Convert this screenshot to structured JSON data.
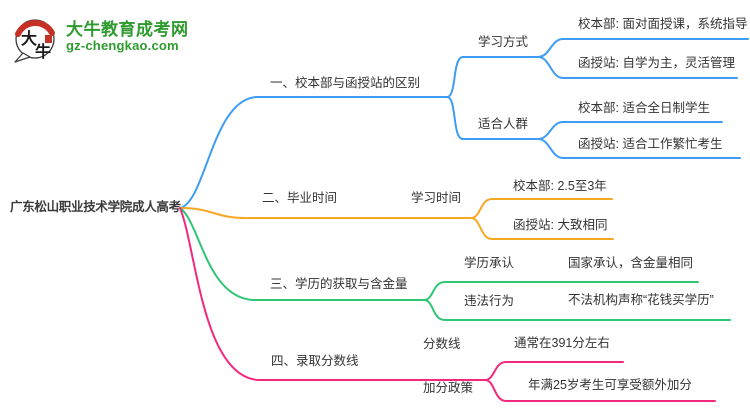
{
  "logo": {
    "icon_char1": "大",
    "icon_char2": "牛",
    "title": "大牛教育成考网",
    "domain": "gz-chengkao.com"
  },
  "colors": {
    "blue": "#3e9cf4",
    "orange": "#f7a825",
    "green": "#2ec573",
    "pink": "#f2287e",
    "text": "#333333",
    "logo_green": "#2e9b2e",
    "logo_red": "#c53126"
  },
  "root": {
    "title": "广东松山职业技术学院成人高考"
  },
  "branches": [
    {
      "label": "一、校本部与函授站的区别",
      "color": "#3e9cf4",
      "children": [
        {
          "label": "学习方式",
          "children": [
            {
              "label": "校本部: 面对面授课，系统指导"
            },
            {
              "label": "函授站: 自学为主，灵活管理"
            }
          ]
        },
        {
          "label": "适合人群",
          "children": [
            {
              "label": "校本部: 适合全日制学生"
            },
            {
              "label": "函授站: 适合工作繁忙考生"
            }
          ]
        }
      ]
    },
    {
      "label": "二、毕业时间",
      "color": "#f7a825",
      "children": [
        {
          "label": "学习时间",
          "children": [
            {
              "label": "校本部: 2.5至3年"
            },
            {
              "label": "函授站: 大致相同"
            }
          ]
        }
      ]
    },
    {
      "label": "三、学历的获取与含金量",
      "color": "#2ec573",
      "children": [
        {
          "label": "学历承认",
          "children": [
            {
              "label": "国家承认，含金量相同"
            }
          ]
        },
        {
          "label": "违法行为",
          "children": [
            {
              "label": "不法机构声称“花钱买学历”"
            }
          ]
        }
      ]
    },
    {
      "label": "四、录取分数线",
      "color": "#f2287e",
      "children": [
        {
          "label": "分数线",
          "children": [
            {
              "label": "通常在391分左右"
            }
          ]
        },
        {
          "label": "加分政策",
          "children": [
            {
              "label": "年满25岁考生可享受额外加分"
            }
          ]
        }
      ]
    }
  ]
}
